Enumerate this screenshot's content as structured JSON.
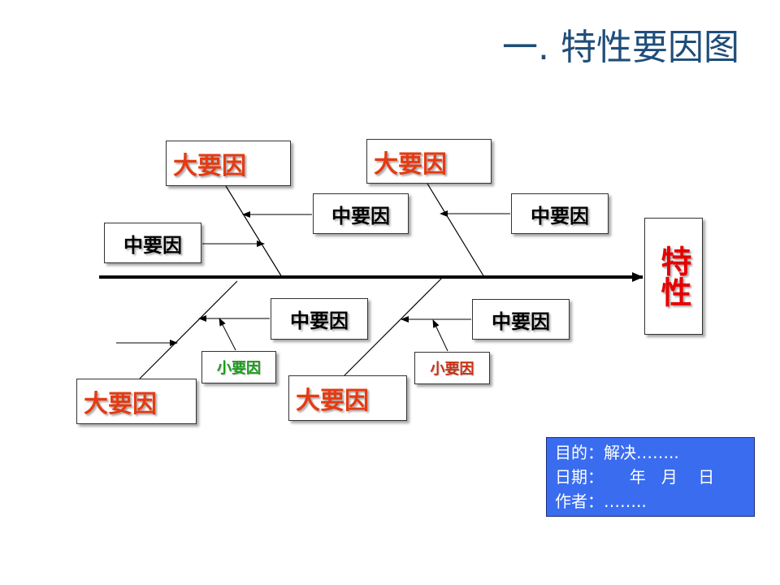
{
  "title": "一. 特性要因图",
  "characteristic": "特性",
  "major_causes": [
    "大要因",
    "大要因",
    "大要因",
    "大要因"
  ],
  "middle_causes": [
    "中要因",
    "中要因",
    "中要因",
    "中要因",
    "中要因"
  ],
  "minor_causes": [
    "小要因",
    "小要因"
  ],
  "info": {
    "line1": "目的：解决……..",
    "line2": "日期：     年   月    日",
    "line3": "作者：……..",
    "background": "#3a6cf0"
  },
  "colors": {
    "major": "#e63a12",
    "characteristic": "#e60000",
    "minor_green": "#1e9b1e",
    "minor_red": "#c83214"
  }
}
